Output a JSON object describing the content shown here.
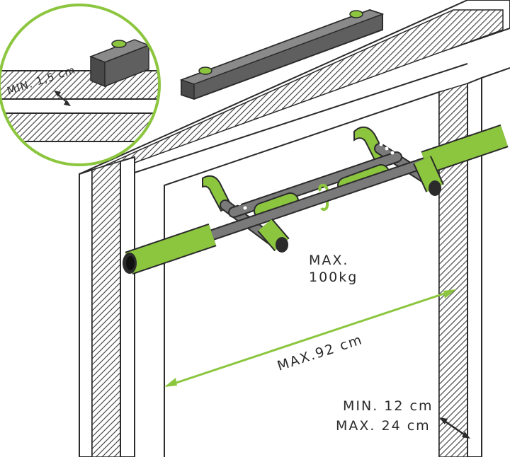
{
  "labels": {
    "min_thickness": "MIN. 1,5 cm",
    "max_load_line1": "MAX.",
    "max_load_line2": "100kg",
    "max_width": "MAX.92 cm",
    "min_depth": "MIN. 12 cm",
    "max_depth": "MAX. 24 cm"
  },
  "colors": {
    "accent_green": "#8cc63f",
    "bar_gray": "#6f6f6f",
    "outline": "#2b2b2b"
  }
}
